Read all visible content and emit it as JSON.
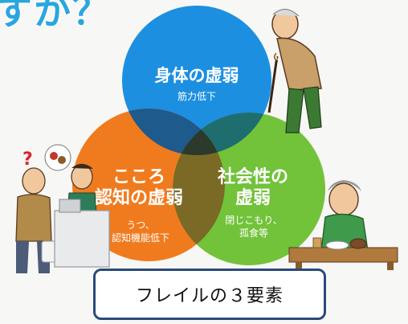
{
  "heading_fragment": "すか？",
  "circles": {
    "physical": {
      "title": "身体の虚弱",
      "subtitle": "筋力低下",
      "color": "#1d8fe0"
    },
    "mental": {
      "title": "こころ\n認知の虚弱",
      "subtitle": "うつ、\n認知機能低下",
      "color": "#f07b1e"
    },
    "social": {
      "title": "社会性の\n虚弱",
      "subtitle": "閉じこもり、\n孤食等",
      "color": "#72c23a"
    }
  },
  "overlap_color": "#2b3a2a",
  "illustrations": [
    "elderly-man-with-cane",
    "confused-shopper-and-clerk",
    "elderly-woman-eating-alone"
  ],
  "caption": "フレイルの３要素"
}
